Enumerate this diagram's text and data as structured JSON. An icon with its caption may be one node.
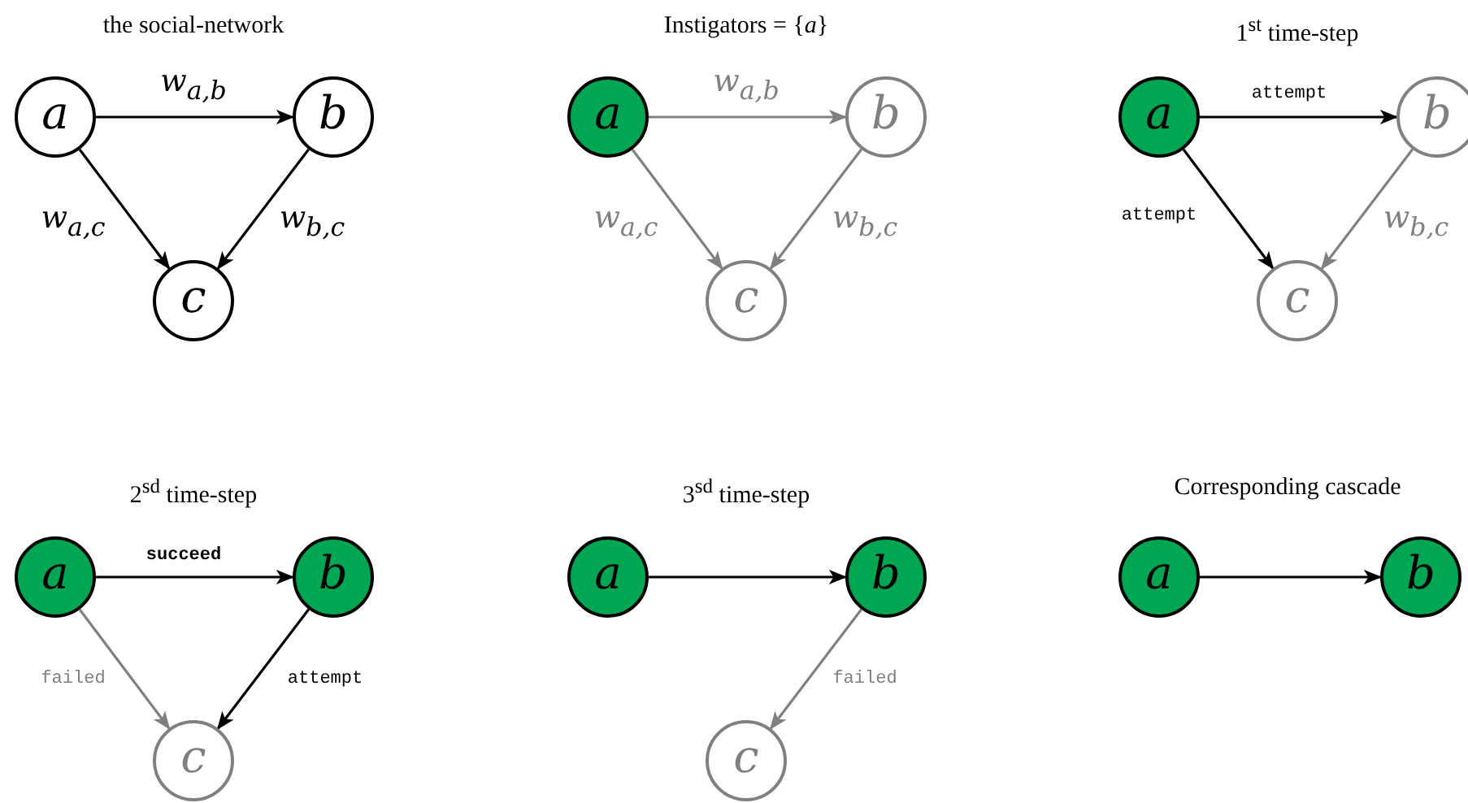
{
  "diagram": {
    "nodes": [
      {
        "text": [
          "a"
        ]
      },
      {
        "text": [
          "b"
        ]
      },
      {
        "text": [
          "c"
        ]
      },
      {
        "text": [
          "a"
        ]
      },
      {
        "text": [
          "b"
        ]
      },
      {
        "text": [
          "c"
        ]
      },
      {
        "text": [
          "a"
        ]
      },
      {
        "text": [
          "b"
        ]
      },
      {
        "text": [
          "c"
        ]
      },
      {
        "text": [
          "a"
        ]
      },
      {
        "text": [
          "b"
        ]
      },
      {
        "text": [
          "c"
        ]
      },
      {
        "text": [
          "a"
        ]
      },
      {
        "text": [
          "b"
        ]
      },
      {
        "text": [
          "c"
        ]
      },
      {
        "text": [
          "a"
        ]
      },
      {
        "text": [
          "b"
        ]
      }
    ],
    "edges": [
      {
        "from": 0,
        "to": 1,
        "arrow": "to",
        "label": "w$_{a,b}$"
      },
      {
        "from": 0,
        "to": 2,
        "arrow": "to",
        "label": "w$_{a,c}$"
      },
      {
        "from": 1,
        "to": 2,
        "arrow": "to",
        "label": "w$_{b,c}$"
      },
      {
        "from": 3,
        "to": 4,
        "arrow": "to",
        "label": "w$_{a,b}$",
        "color": "#808080"
      },
      {
        "from": 3,
        "to": 5,
        "arrow": "to",
        "label": "w$_{a,c}$",
        "color": "#808080"
      },
      {
        "from": 4,
        "to": 5,
        "arrow": "to",
        "label": "w$_{b,c}$",
        "color": "#808080"
      },
      {
        "from": 6,
        "to": 7,
        "arrow": "to",
        "label": "attempt"
      },
      {
        "from": 6,
        "to": 8,
        "arrow": "to",
        "label": "attempt"
      },
      {
        "from": 7,
        "to": 8,
        "arrow": "to",
        "label": "w$_{b,c}$",
        "color": "#808080"
      },
      {
        "from": 9,
        "to": 10,
        "arrow": "to",
        "label": "succeed"
      },
      {
        "from": 9,
        "to": 11,
        "arrow": "to",
        "label": "failed",
        "color": "#808080"
      },
      {
        "from": 10,
        "to": 11,
        "arrow": "to",
        "label": "attempt"
      },
      {
        "from": 12,
        "to": 13,
        "arrow": "to"
      },
      {
        "from": 13,
        "to": 14,
        "arrow": "to",
        "label": "failed",
        "color": "#808080"
      },
      {
        "from": 15,
        "to": 16,
        "arrow": "to"
      }
    ],
    "labels": [
      "the social-network",
      "Instigators = {*a*}",
      "1$^{st}$ time-step",
      "2$^{sd}$ time-step",
      "3$^{sd}$ time-step",
      "Corresponding cascade"
    ]
  }
}
